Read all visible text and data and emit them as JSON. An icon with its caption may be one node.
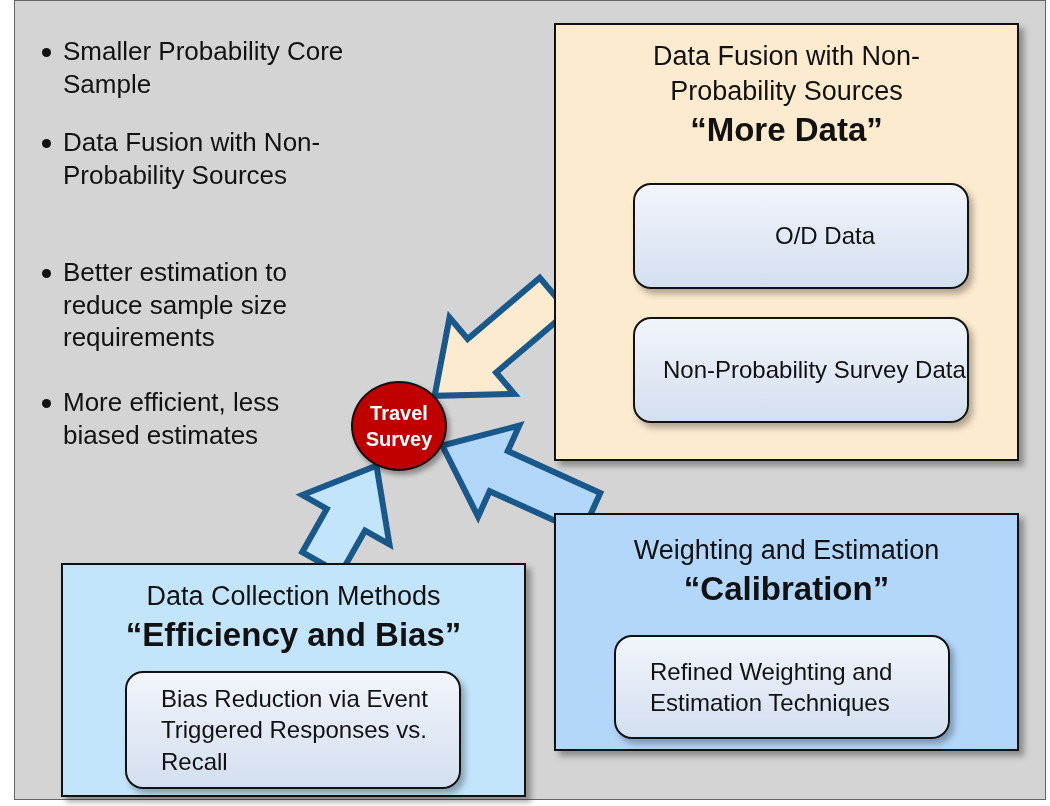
{
  "diagram": {
    "nodes": [
      {
        "text": [
          "Travel Survey"
        ]
      },
      {
        "text": [
          "Data Fusion with Non-Probability Sources",
          "“More Data”"
        ]
      },
      {
        "text": [
          "O/D Data"
        ],
        "in": 1
      },
      {
        "text": [
          "Non-Probability Survey Data"
        ],
        "in": 1
      },
      {
        "text": [
          "Weighting and Estimation",
          "“Calibration”"
        ]
      },
      {
        "text": [
          "Refined Weighting and Estimation Techniques"
        ],
        "in": 4
      },
      {
        "text": [
          "Data Collection Methods",
          "“Efficiency and Bias”"
        ]
      },
      {
        "text": [
          "Bias Reduction via Event Triggered Responses vs. Recall"
        ],
        "in": 6
      }
    ],
    "edges": [
      {
        "from": 1,
        "to": 0,
        "arrow": "to"
      },
      {
        "from": 4,
        "to": 0,
        "arrow": "to"
      },
      {
        "from": 6,
        "to": 0,
        "arrow": "to"
      }
    ],
    "labels": [
      "Smaller Probability Core Sample",
      "Data Fusion with Non-Probability Sources",
      "Better estimation to reduce sample size requirements",
      "More efficient, less biased estimates"
    ]
  }
}
